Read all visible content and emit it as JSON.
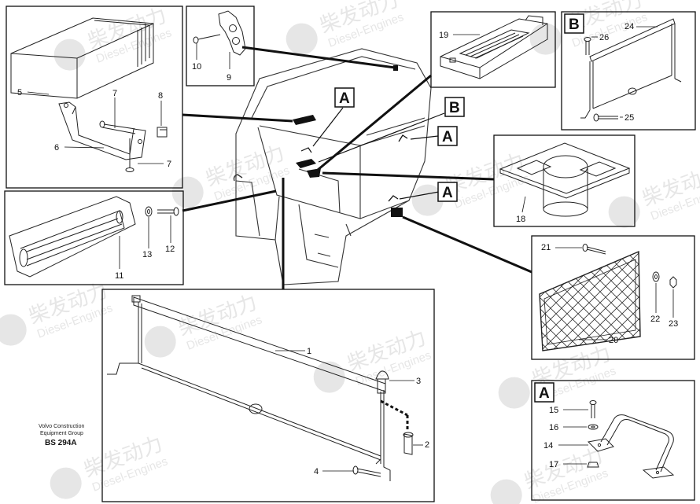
{
  "callouts": [
    "1",
    "2",
    "3",
    "4",
    "5",
    "6",
    "7",
    "7",
    "8",
    "9",
    "10",
    "11",
    "12",
    "13",
    "14",
    "15",
    "16",
    "17",
    "18",
    "19",
    "20",
    "21",
    "22",
    "23",
    "24",
    "25",
    "26"
  ],
  "view_letters": {
    "a1": "A",
    "a2": "A",
    "a3": "A",
    "a4": "A",
    "b1": "B",
    "b2": "B"
  },
  "caption": {
    "line1": "Volvo Construction",
    "line2": "Equipment Group",
    "code": "BS 294A"
  },
  "watermark": {
    "cn": "柴发动力",
    "en": "Diesel-Engines"
  }
}
